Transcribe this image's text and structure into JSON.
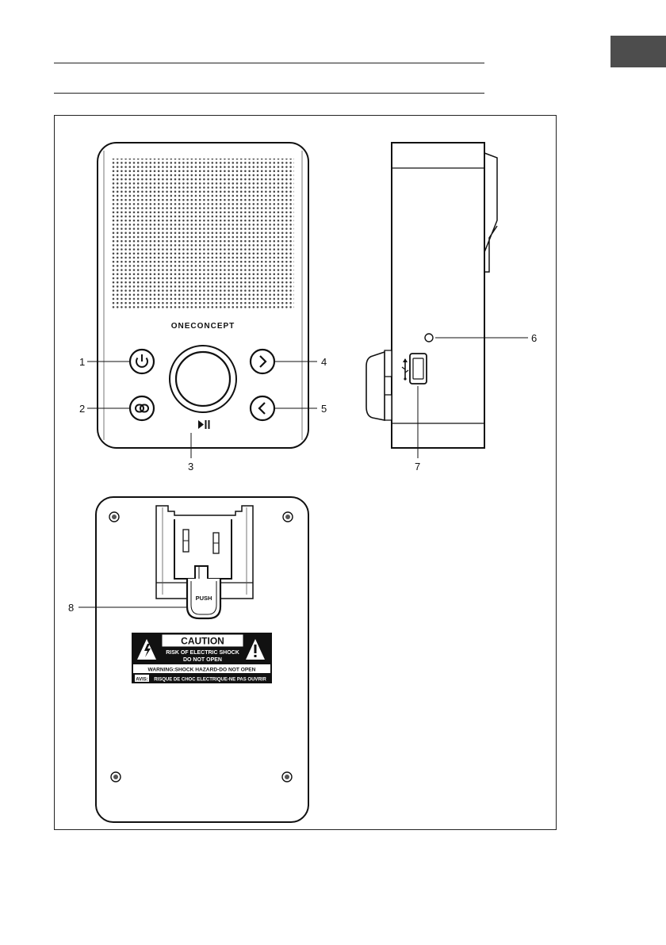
{
  "brand": {
    "logo_text": "ONECONCEPT"
  },
  "callouts": [
    {
      "number": "1",
      "target": "power-button"
    },
    {
      "number": "2",
      "target": "link-button"
    },
    {
      "number": "3",
      "target": "play-pause-knob"
    },
    {
      "number": "4",
      "target": "next-button"
    },
    {
      "number": "5",
      "target": "previous-button"
    },
    {
      "number": "6",
      "target": "indicator-led"
    },
    {
      "number": "7",
      "target": "usb-port"
    },
    {
      "number": "8",
      "target": "push-tab"
    }
  ],
  "push_tab": {
    "label": "PUSH"
  },
  "caution_label": {
    "title": "CAUTION",
    "line1": "RISK OF ELECTRIC SHOCK",
    "line2": "DO NOT OPEN",
    "warning_en": "WARNING:SHOCK HAZARD-DO NOT OPEN",
    "avis": "AVIS:",
    "warning_fr": "RISQUE DE CHOC ELECTRIQUE-NE PAS OUVRIR"
  },
  "icons": [
    "power-icon",
    "link-icon",
    "chevron-right-icon",
    "chevron-left-icon",
    "play-pause-icon",
    "usb-icon",
    "lightning-warning-icon",
    "exclamation-warning-icon"
  ]
}
